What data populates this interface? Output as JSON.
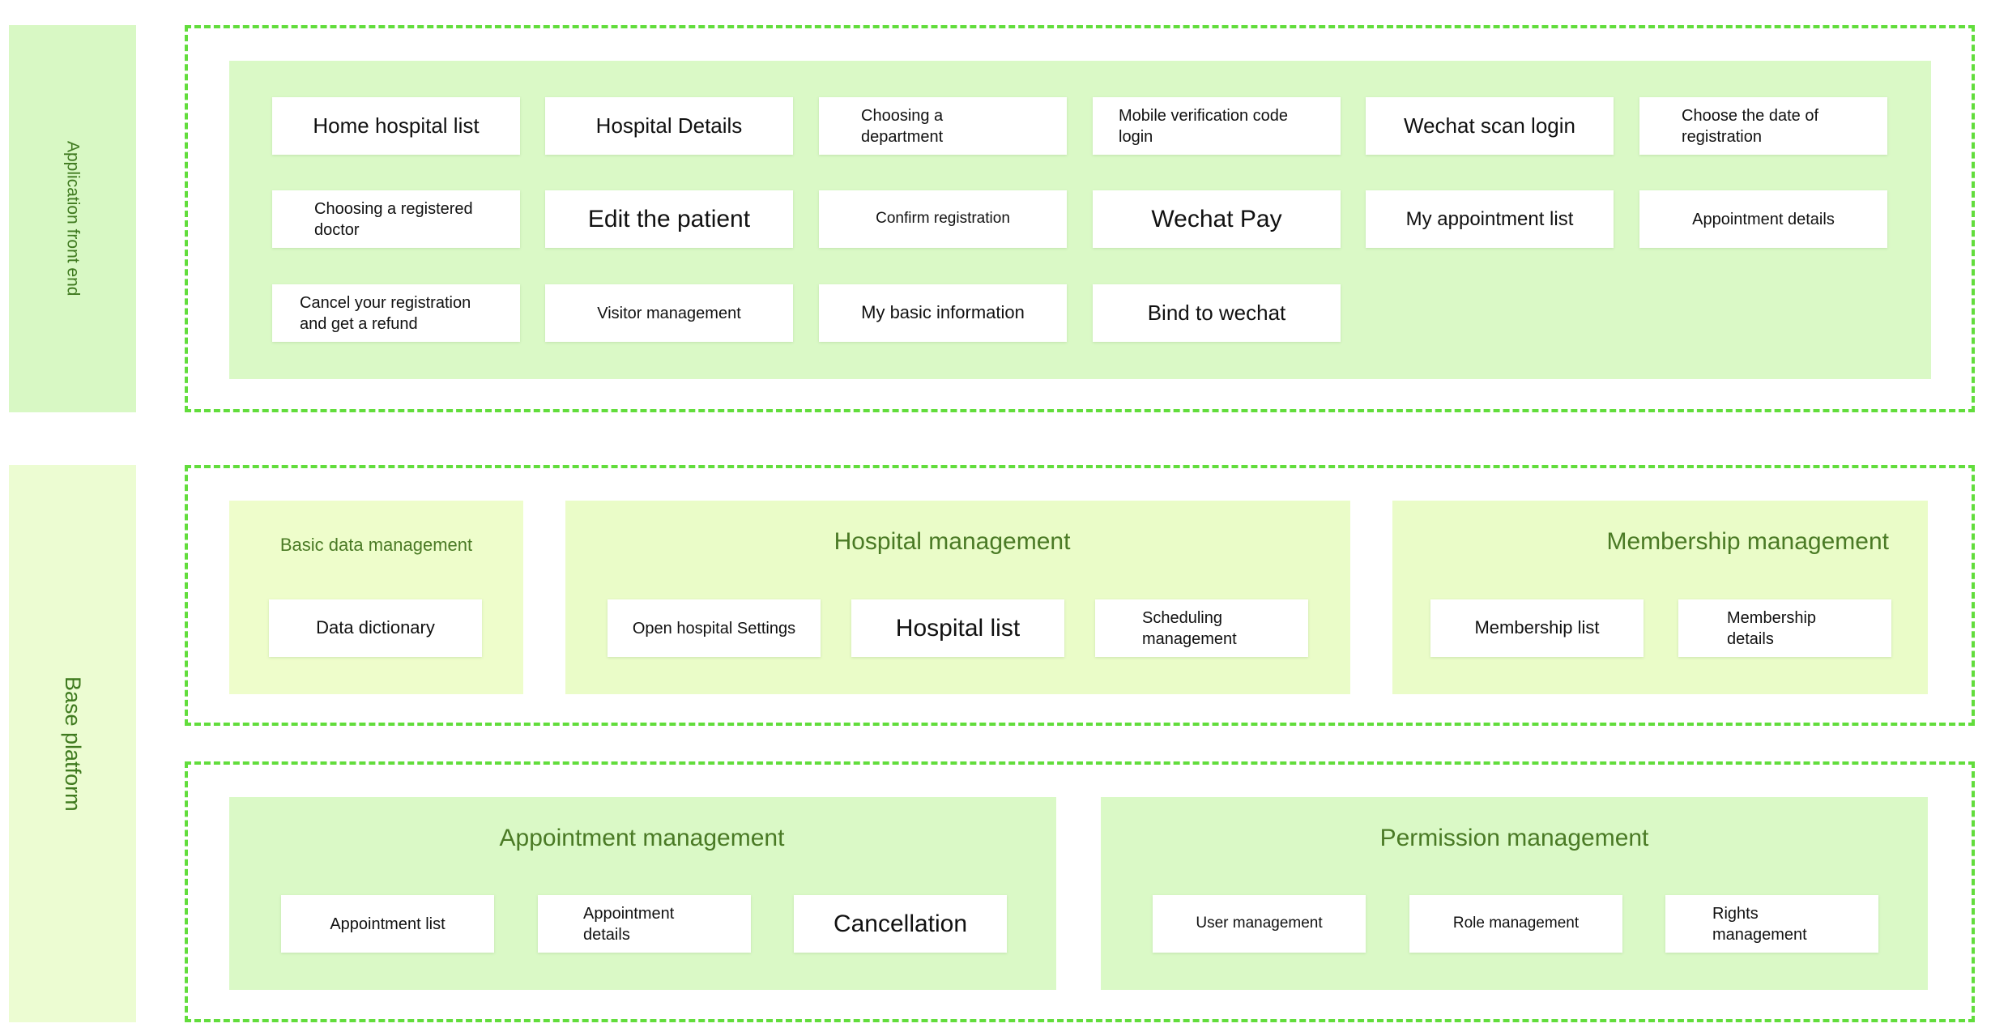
{
  "layers": {
    "application_front_end": "Application front end",
    "base_platform": "Base platform"
  },
  "front_end": {
    "items": [
      "Home hospital list",
      "Hospital Details",
      "Choosing a department",
      "Mobile verification code login",
      "Wechat scan login",
      "Choose the date of registration",
      "Choosing a registered doctor",
      "Edit the patient",
      "Confirm registration",
      "Wechat Pay",
      "My appointment list",
      "Appointment details",
      "Cancel your registration and get a refund",
      "Visitor management",
      "My basic information",
      "Bind to wechat"
    ]
  },
  "basic_data": {
    "title": "Basic data management",
    "items": [
      "Data dictionary"
    ]
  },
  "hospital": {
    "title": "Hospital management",
    "items": [
      "Open hospital Settings",
      "Hospital list",
      "Scheduling management"
    ]
  },
  "membership": {
    "title": "Membership management",
    "items": [
      "Membership list",
      "Membership details"
    ]
  },
  "appointment": {
    "title": "Appointment management",
    "items": [
      "Appointment list",
      "Appointment details",
      "Cancellation"
    ]
  },
  "permission": {
    "title": "Permission management",
    "items": [
      "User management",
      "Role management",
      "Rights management"
    ]
  },
  "colors": {
    "dashed_border": "#62dd3c",
    "panel_green": "#daf9c6",
    "panel_lime": "#eefdcb",
    "title_text": "#4a7a25"
  }
}
